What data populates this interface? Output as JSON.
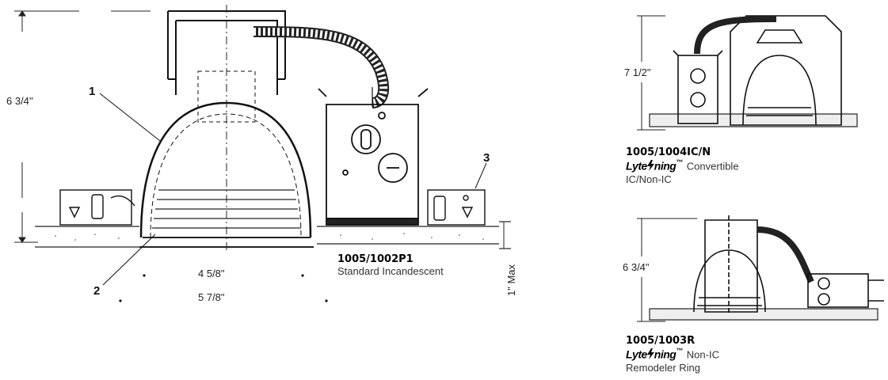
{
  "main_drawing": {
    "height_label": "6  3/4''",
    "width_inner_label": "4 5/8\"",
    "width_outer_label": "5 7/8\"",
    "ceiling_label": "1\" Max",
    "callouts": [
      "1",
      "2",
      "3"
    ],
    "model": "1005/1002P1",
    "description": "Standard Incandescent"
  },
  "top_right_drawing": {
    "height_label": "7 1/2\"",
    "model": "1005/1004IC/N",
    "brand": "Lyteᵹning",
    "brand_prefix": "Lyte",
    "brand_suffix": "ning",
    "trademark": "™",
    "description_line1": "Convertible",
    "description_line2": "IC/Non-IC"
  },
  "bottom_right_drawing": {
    "height_label": "6 3/4\"",
    "model": "1005/1003R",
    "brand_prefix": "Lyte",
    "brand_suffix": "ning",
    "trademark": "™",
    "description_line1": "Non-IC",
    "description_line2": "Remodeler Ring"
  }
}
